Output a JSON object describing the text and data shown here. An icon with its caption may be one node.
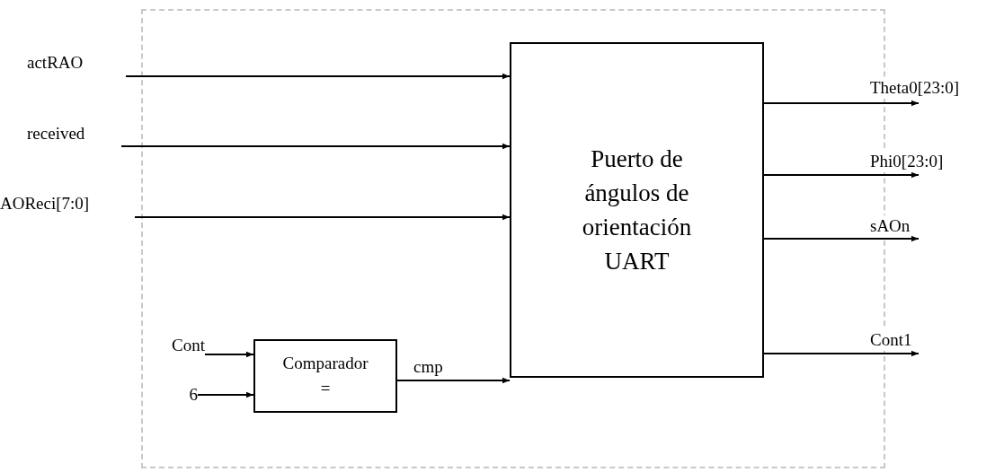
{
  "diagram": {
    "nodes": [
      {
        "text": [],
        "shape": "box"
      },
      {
        "text": [
          "Puerto de ángulos de orientación UART"
        ],
        "in": 0
      },
      {
        "text": [
          "Comparador",
          "="
        ],
        "in": 0
      },
      {
        "text": [
          "Cont"
        ],
        "in": 0
      },
      {
        "text": [
          "6"
        ],
        "in": 0
      }
    ],
    "edges": [
      {
        "from": null,
        "to": 1,
        "arrow": "to",
        "label": "actRAO"
      },
      {
        "from": null,
        "to": 1,
        "arrow": "to",
        "label": "received"
      },
      {
        "from": null,
        "to": 1,
        "arrow": "to",
        "label": "AOReci[7:0]"
      },
      {
        "from": 3,
        "to": 2,
        "arrow": "to"
      },
      {
        "from": 4,
        "to": 2,
        "arrow": "to"
      },
      {
        "from": 2,
        "to": 1,
        "arrow": "to",
        "label": "cmp"
      },
      {
        "from": 1,
        "to": null,
        "arrow": "to",
        "label": "Theta0[23:0]"
      },
      {
        "from": 1,
        "to": null,
        "arrow": "to",
        "label": "Phi0[23:0]"
      },
      {
        "from": 1,
        "to": null,
        "arrow": "to",
        "label": "sAOn"
      },
      {
        "from": 1,
        "to": null,
        "arrow": "to",
        "label": "Cont1"
      }
    ]
  }
}
